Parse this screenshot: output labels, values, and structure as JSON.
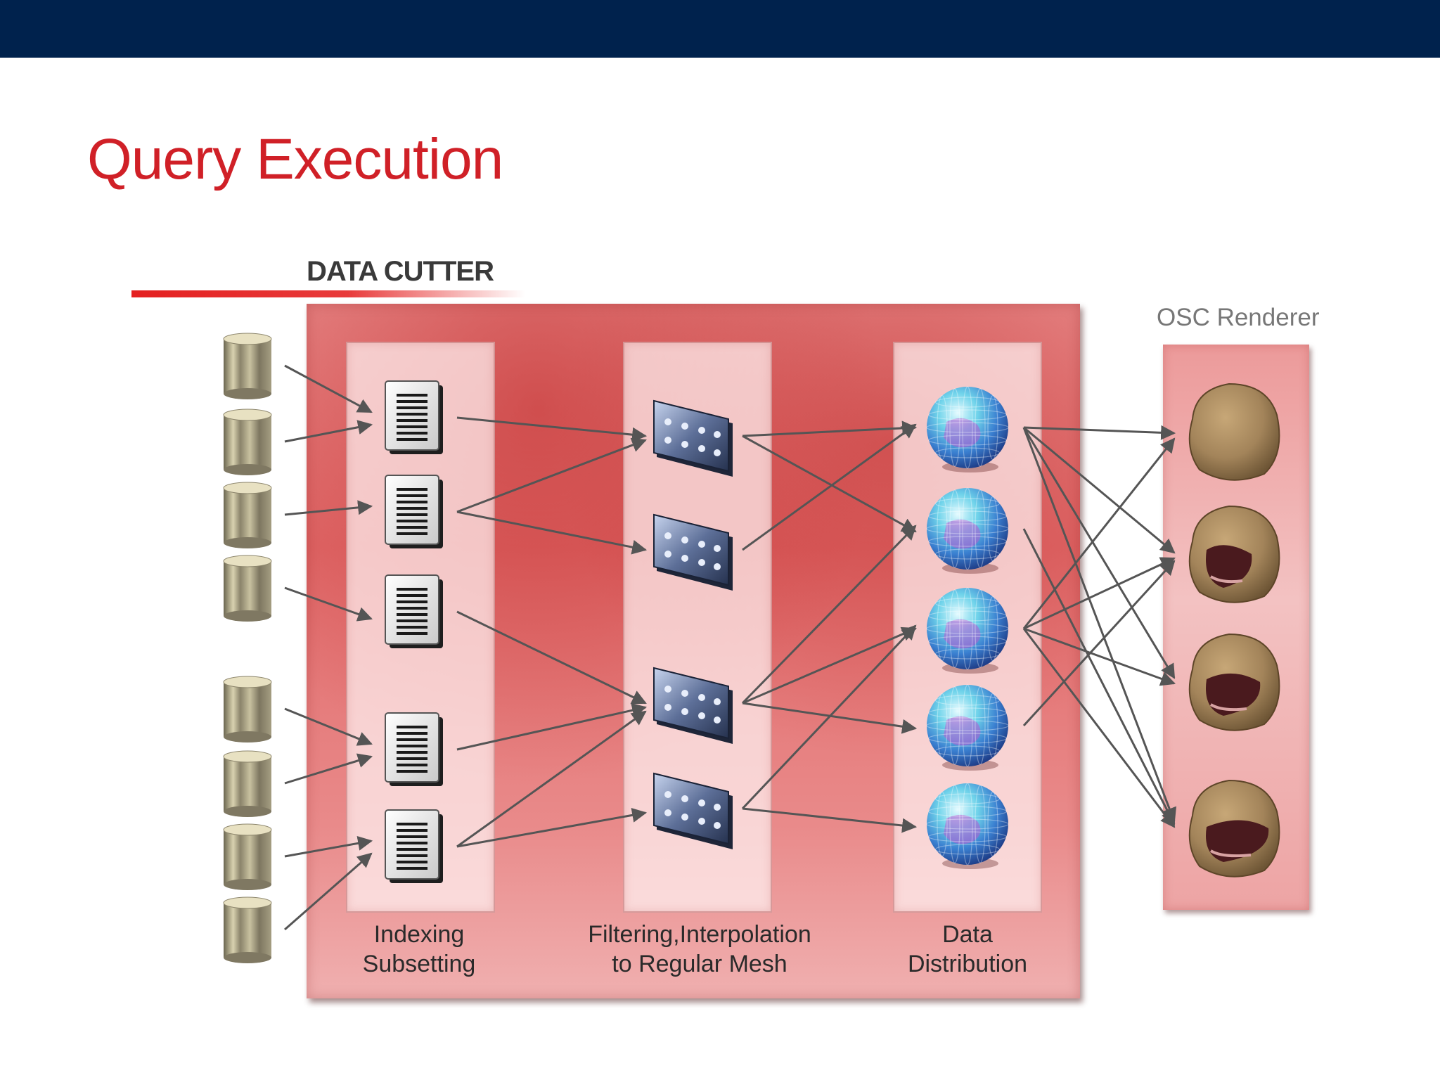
{
  "header": {
    "title": "Query Execution"
  },
  "diagram": {
    "cutter_heading": "DATA CUTTER",
    "renderer_heading": "OSC Renderer",
    "stages": [
      {
        "line1": "Indexing",
        "line2": "Subsetting"
      },
      {
        "line1": "Filtering,Interpolation",
        "line2": "to Regular Mesh"
      },
      {
        "line1": "Data",
        "line2": "Distribution"
      }
    ]
  }
}
